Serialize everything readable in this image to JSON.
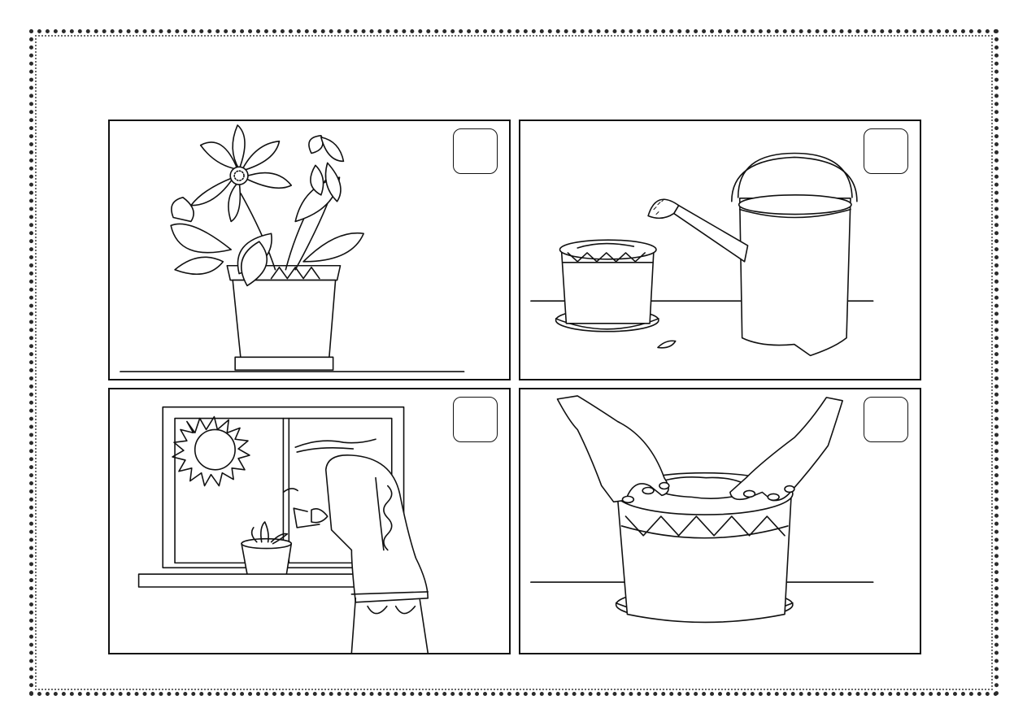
{
  "worksheet": {
    "panels": [
      {
        "id": "p1",
        "scene": "flower-in-pot",
        "number_box": ""
      },
      {
        "id": "p2",
        "scene": "pot-and-watering-can",
        "number_box": ""
      },
      {
        "id": "p3",
        "scene": "girl-watering-plant-at-window",
        "number_box": ""
      },
      {
        "id": "p4",
        "scene": "hands-pressing-soil-in-pot",
        "number_box": ""
      }
    ],
    "colors": {
      "ink": "#111111",
      "paper": "#ffffff",
      "water": "#ffffff"
    }
  }
}
